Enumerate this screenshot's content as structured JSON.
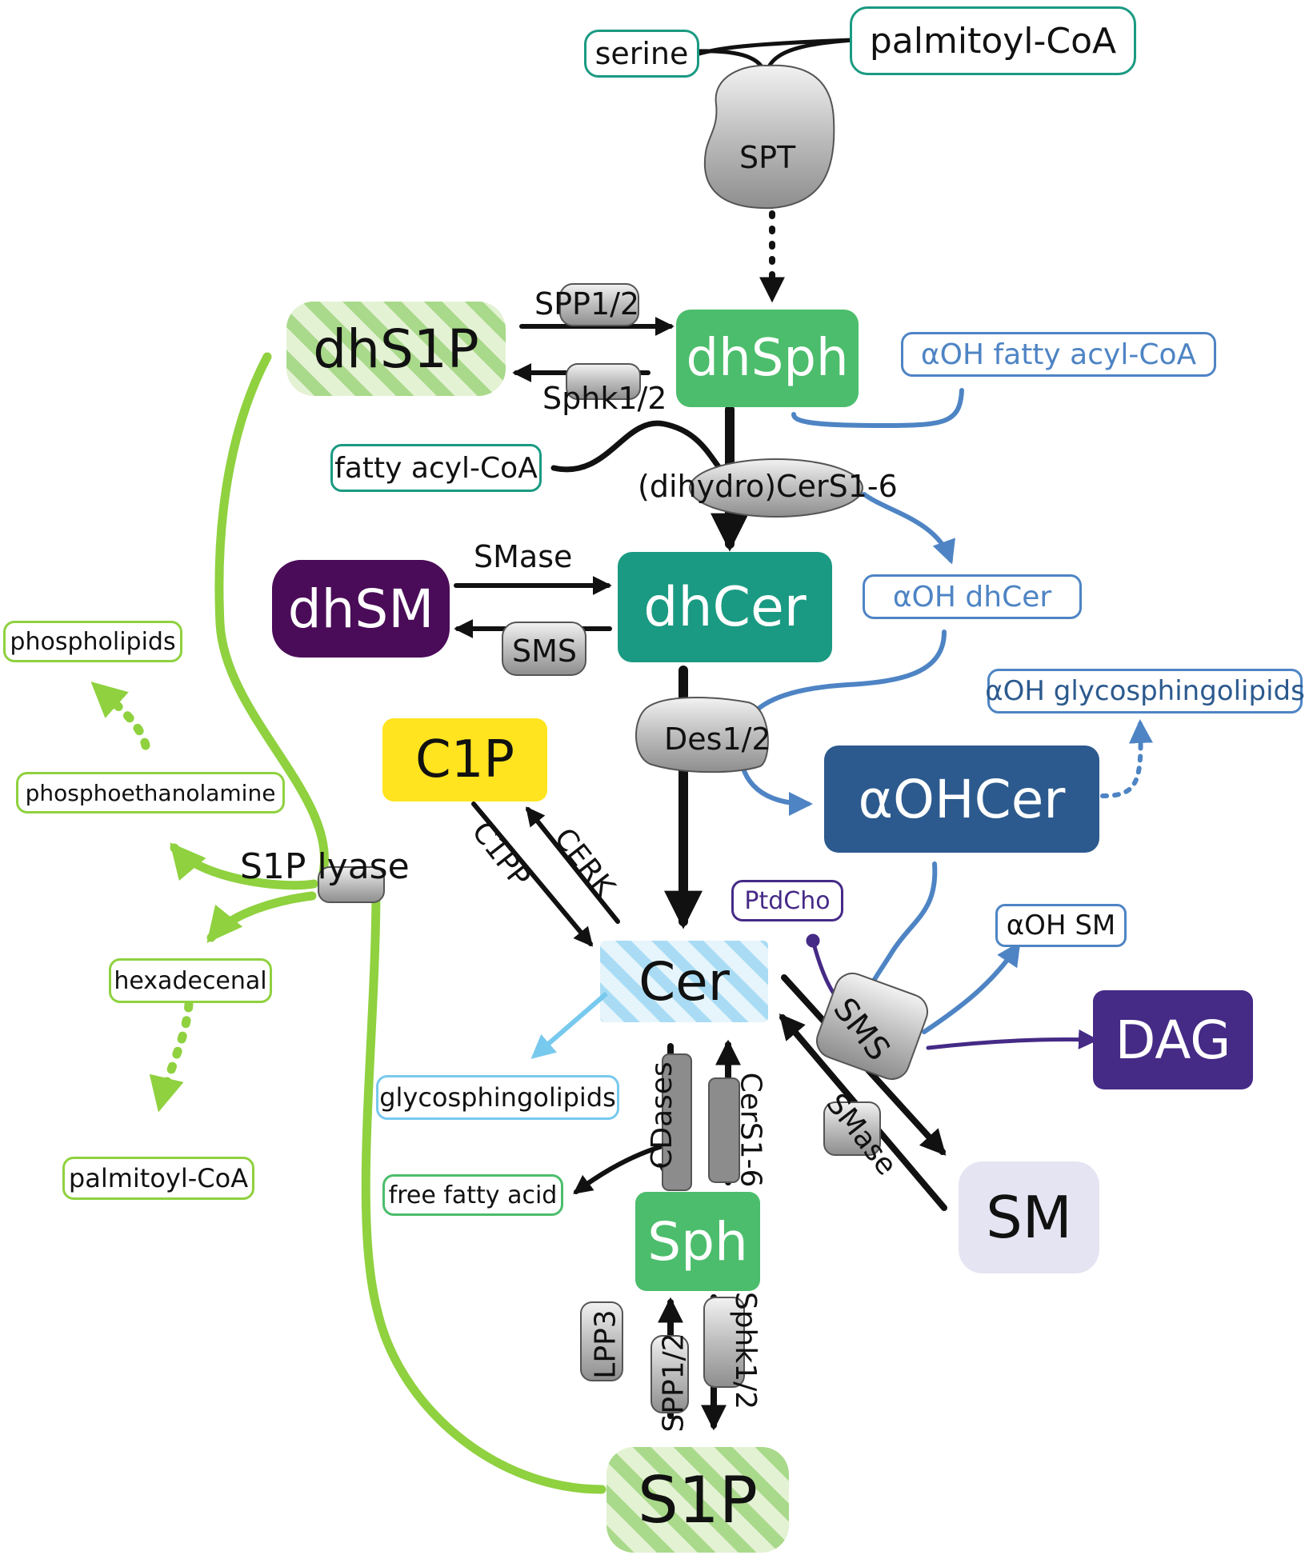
{
  "nodes": {
    "serine": "serine",
    "palmitoyl_coa_top": "palmitoyl-CoA",
    "spt": "SPT",
    "dhs1p": "dhS1P",
    "dhsph": "dhSph",
    "aoh_fatty_acyl_coa": "αOH fatty acyl-CoA",
    "fatty_acyl_coa": "fatty acyl-CoA",
    "dihydro_cers": "(dihydro)CerS1-6",
    "dhsm": "dhSM",
    "dhcer": "dhCer",
    "aoh_dhcer": "αOH dhCer",
    "phospholipids": "phospholipids",
    "aoh_glycosphingolipids": "αOH glycosphingolipids",
    "c1p": "C1P",
    "des12": "Des1/2",
    "aohcer": "αOHCer",
    "phosphoethanolamine": "phosphoethanolamine",
    "s1p_lyase": "S1P lyase",
    "ptdcho": "PtdCho",
    "aoh_sm": "αOH SM",
    "hexadecenal": "hexadecenal",
    "cer": "Cer",
    "dag": "DAG",
    "glycosphingolipids": "glycosphingolipids",
    "palmitoyl_coa_bottom": "palmitoyl-CoA",
    "free_fatty_acid": "free fatty acid",
    "sm": "SM",
    "sph": "Sph",
    "s1p": "S1P"
  },
  "enzymes": {
    "spp12_top": "SPP1/2",
    "sphk12_top": "Sphk1/2",
    "smase_top": "SMase",
    "sms_top": "SMS",
    "c1pp": "C1PP",
    "cerk": "CERK",
    "sms_right": "SMS",
    "smase_right": "SMase",
    "cdases": "CDases",
    "cers16": "CerS1-6",
    "lpp3": "LPP3",
    "spp12_bottom": "SPP1/2",
    "sphk12_bottom": "Sphk1/2"
  },
  "colors": {
    "teal": "#1a9a82",
    "green": "#4cbd6c",
    "lime": "#8fd13f",
    "lime_light": "#d6ecbf",
    "blue": "#4e84c4",
    "navy": "#2c5a8e",
    "sky": "#78c9ee",
    "sky_light": "#cdeaf8",
    "purple": "#4a0c58",
    "violet": "#452a86",
    "yellow": "#ffe41f",
    "lavender": "#e4e4f2",
    "black": "#111111",
    "enzyme_grey": "#b8b8b8"
  }
}
